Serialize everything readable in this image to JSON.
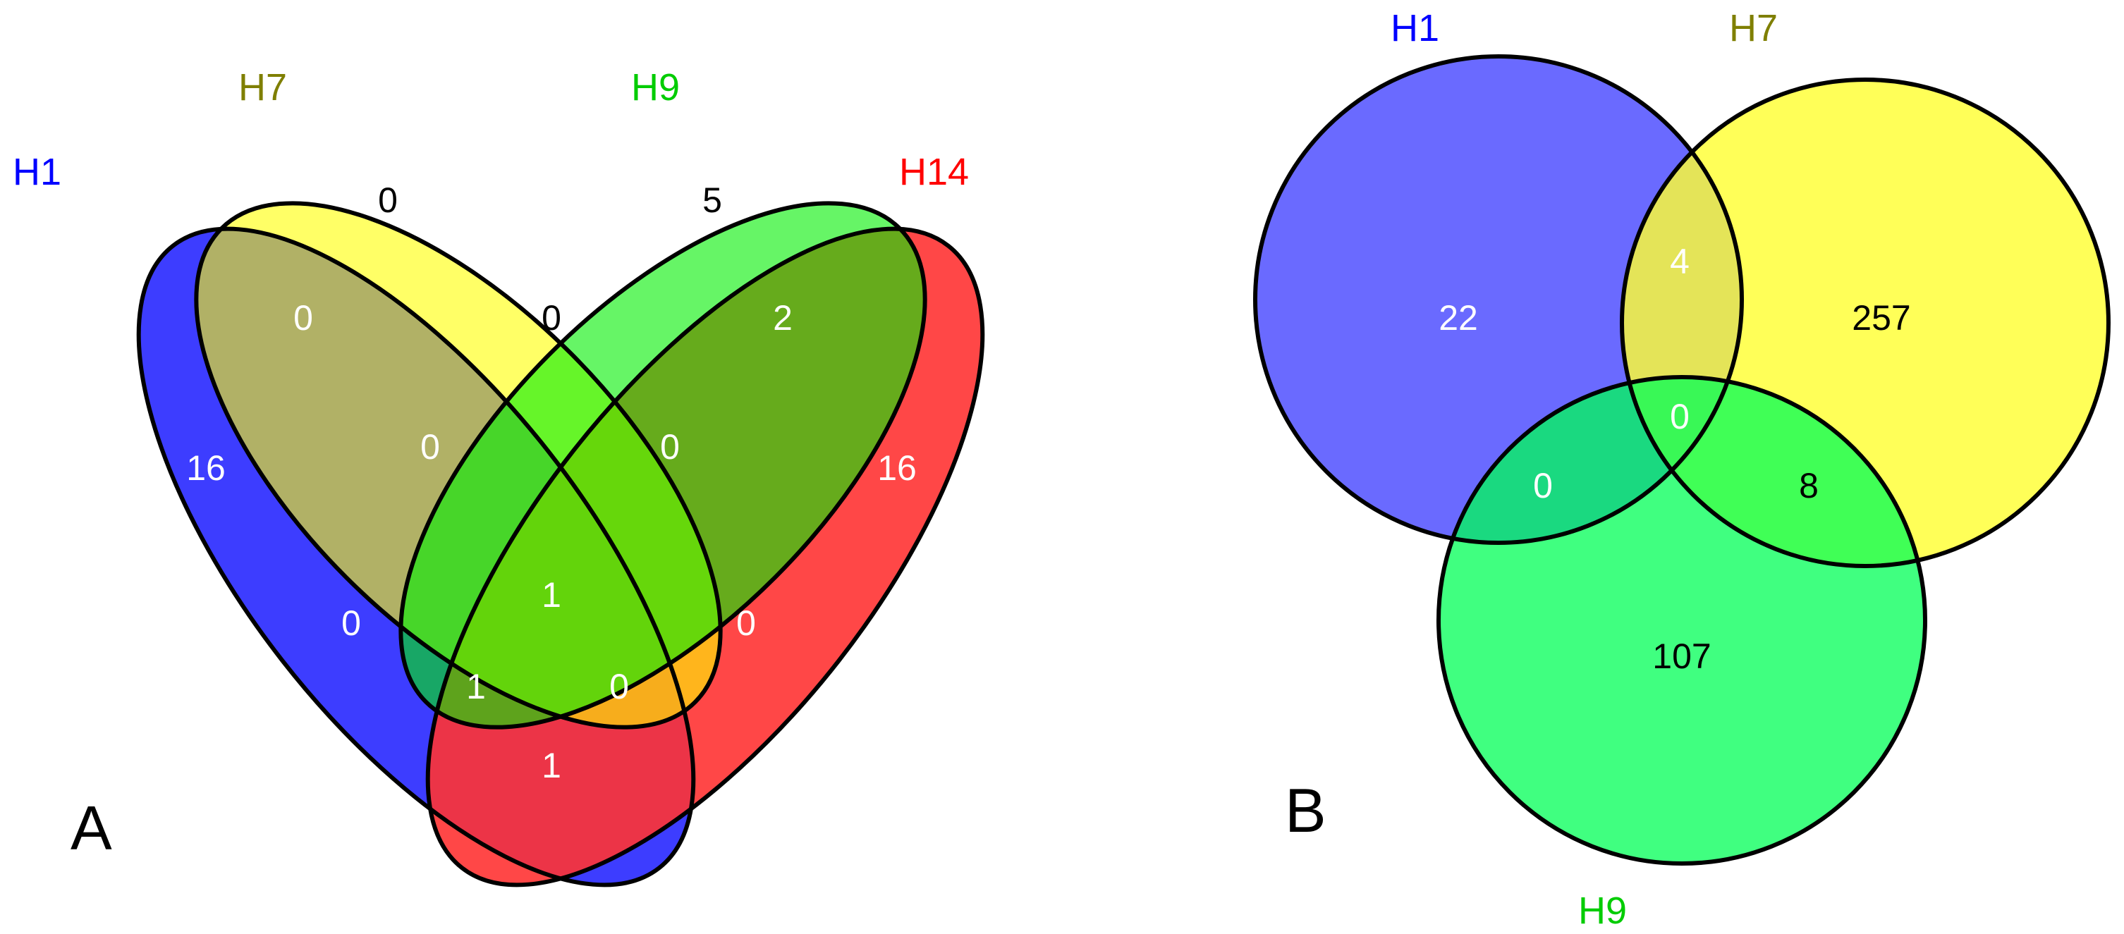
{
  "panels": [
    {
      "letter": "A",
      "sets": [
        {
          "name": "H1",
          "color": "#0000ff"
        },
        {
          "name": "H7",
          "color": "#7f7f00"
        },
        {
          "name": "H9",
          "color": "#00cc00"
        },
        {
          "name": "H14",
          "color": "#ff0000"
        }
      ],
      "regions": [
        {
          "sets": [
            "H1"
          ],
          "count": "16"
        },
        {
          "sets": [
            "H7"
          ],
          "count": "0"
        },
        {
          "sets": [
            "H9"
          ],
          "count": "5"
        },
        {
          "sets": [
            "H14"
          ],
          "count": "16"
        },
        {
          "sets": [
            "H1",
            "H7"
          ],
          "count": "0"
        },
        {
          "sets": [
            "H7",
            "H9"
          ],
          "count": "0"
        },
        {
          "sets": [
            "H9",
            "H14"
          ],
          "count": "2"
        },
        {
          "sets": [
            "H1",
            "H7",
            "H9"
          ],
          "count": "0"
        },
        {
          "sets": [
            "H7",
            "H9",
            "H14"
          ],
          "count": "0"
        },
        {
          "sets": [
            "H1",
            "H9"
          ],
          "count": "0"
        },
        {
          "sets": [
            "H1",
            "H7",
            "H9",
            "H14"
          ],
          "count": "1"
        },
        {
          "sets": [
            "H7",
            "H14"
          ],
          "count": "0"
        },
        {
          "sets": [
            "H1",
            "H9",
            "H14"
          ],
          "count": "1"
        },
        {
          "sets": [
            "H1",
            "H7",
            "H14"
          ],
          "count": "0"
        },
        {
          "sets": [
            "H1",
            "H14"
          ],
          "count": "1"
        }
      ]
    },
    {
      "letter": "B",
      "sets": [
        {
          "name": "H1",
          "color": "#0000ff"
        },
        {
          "name": "H7",
          "color": "#7f7f00"
        },
        {
          "name": "H9",
          "color": "#00cc00"
        }
      ],
      "regions": [
        {
          "sets": [
            "H1"
          ],
          "count": "22"
        },
        {
          "sets": [
            "H7"
          ],
          "count": "257"
        },
        {
          "sets": [
            "H9"
          ],
          "count": "107"
        },
        {
          "sets": [
            "H1",
            "H7"
          ],
          "count": "4"
        },
        {
          "sets": [
            "H1",
            "H9"
          ],
          "count": "0"
        },
        {
          "sets": [
            "H7",
            "H9"
          ],
          "count": "8"
        },
        {
          "sets": [
            "H1",
            "H7",
            "H9"
          ],
          "count": "0"
        }
      ]
    }
  ]
}
